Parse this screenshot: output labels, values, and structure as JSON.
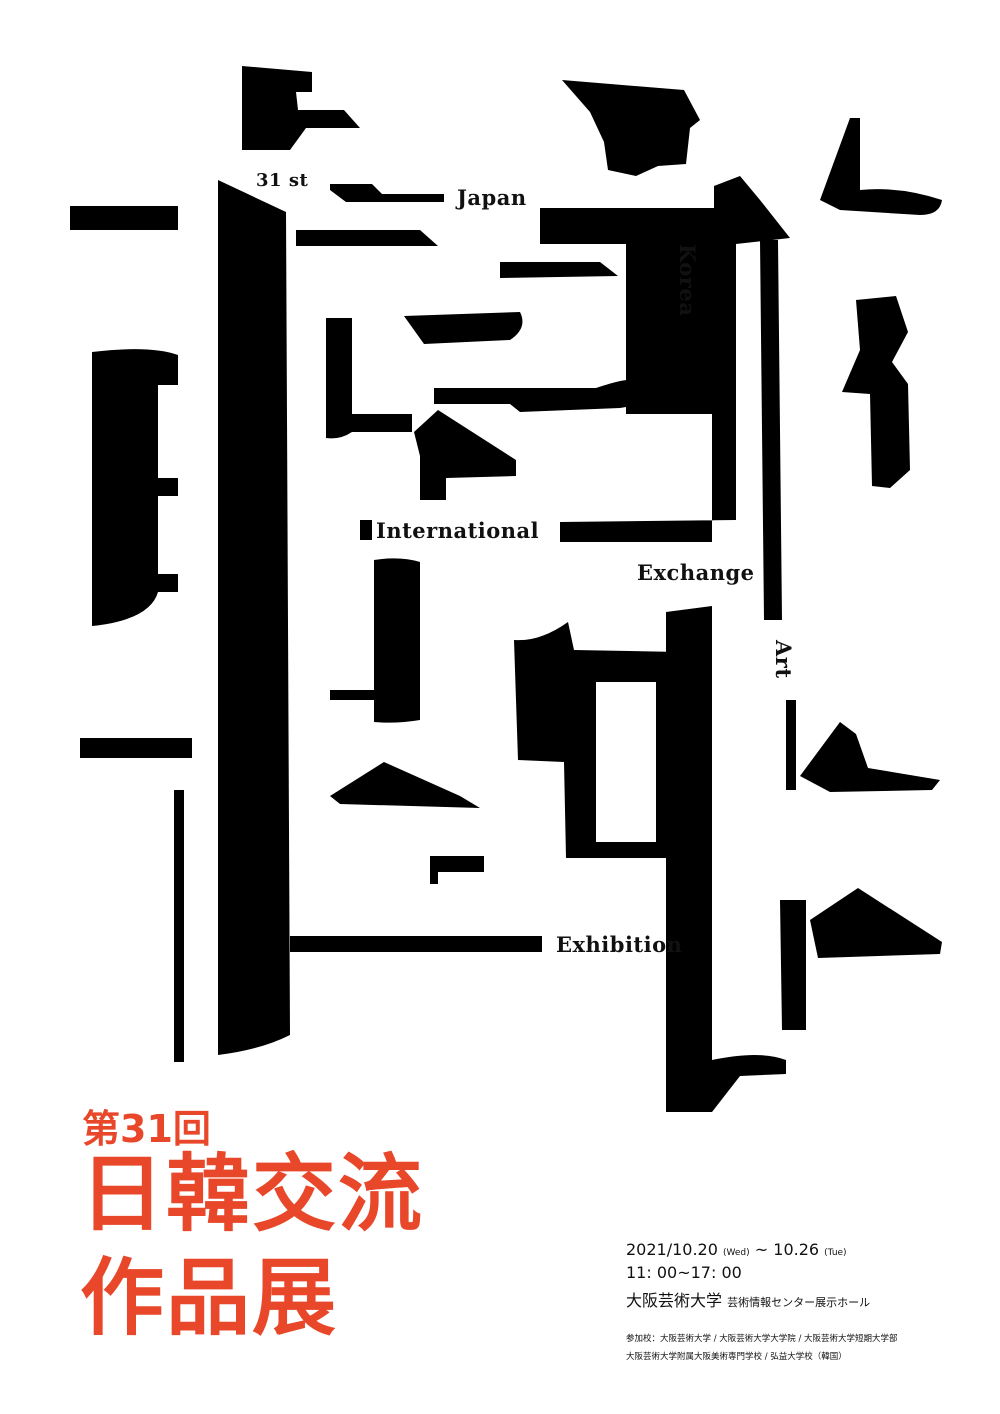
{
  "english_title": {
    "ordinal": "31 st",
    "w1": "Japan",
    "w2": "Korea",
    "w3": "International",
    "w4": "Exchange",
    "w5": "Art",
    "w6": "Exhibition"
  },
  "japanese_title": {
    "edition": "第31回",
    "line1": "日韓交流",
    "line2": "作品展"
  },
  "event": {
    "date_start": "2021/10.20",
    "day_start": "(Wed)",
    "tilde": "~",
    "date_end": "10.26",
    "day_end": "(Tue)",
    "hours": "11: 00~17: 00",
    "venue": "大阪芸術大学",
    "venue_detail": "芸術情報センター展示ホール"
  },
  "participants": {
    "line1": "参加校：大阪芸術大学 / 大阪芸術大学大学院 / 大阪芸術大学短期大学部",
    "line2": "大阪芸術大学附属大阪美術専門学校 / 弘益大学校（韓国）"
  },
  "colors": {
    "accent": "#e8472a",
    "ink": "#000000",
    "background": "#ffffff"
  }
}
